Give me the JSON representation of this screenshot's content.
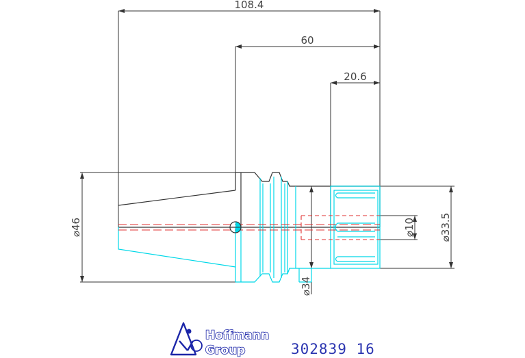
{
  "drawing": {
    "dimensions": {
      "overall_length": "108.4",
      "mid_length": "60",
      "nut_length": "20.6",
      "flange_diameter": "⌀46",
      "collar_diameter": "⌀34",
      "bore_diameter": "⌀10",
      "nut_diameter": "⌀33.5"
    },
    "logo": {
      "line1": "Hoffmann",
      "line2": "Group"
    },
    "part_number": "302839 16"
  },
  "colors": {
    "outline": "#333333",
    "dimension": "#333333",
    "section": "#00d8e8",
    "centerline": "#e03030",
    "logo": "#1b25a8"
  }
}
